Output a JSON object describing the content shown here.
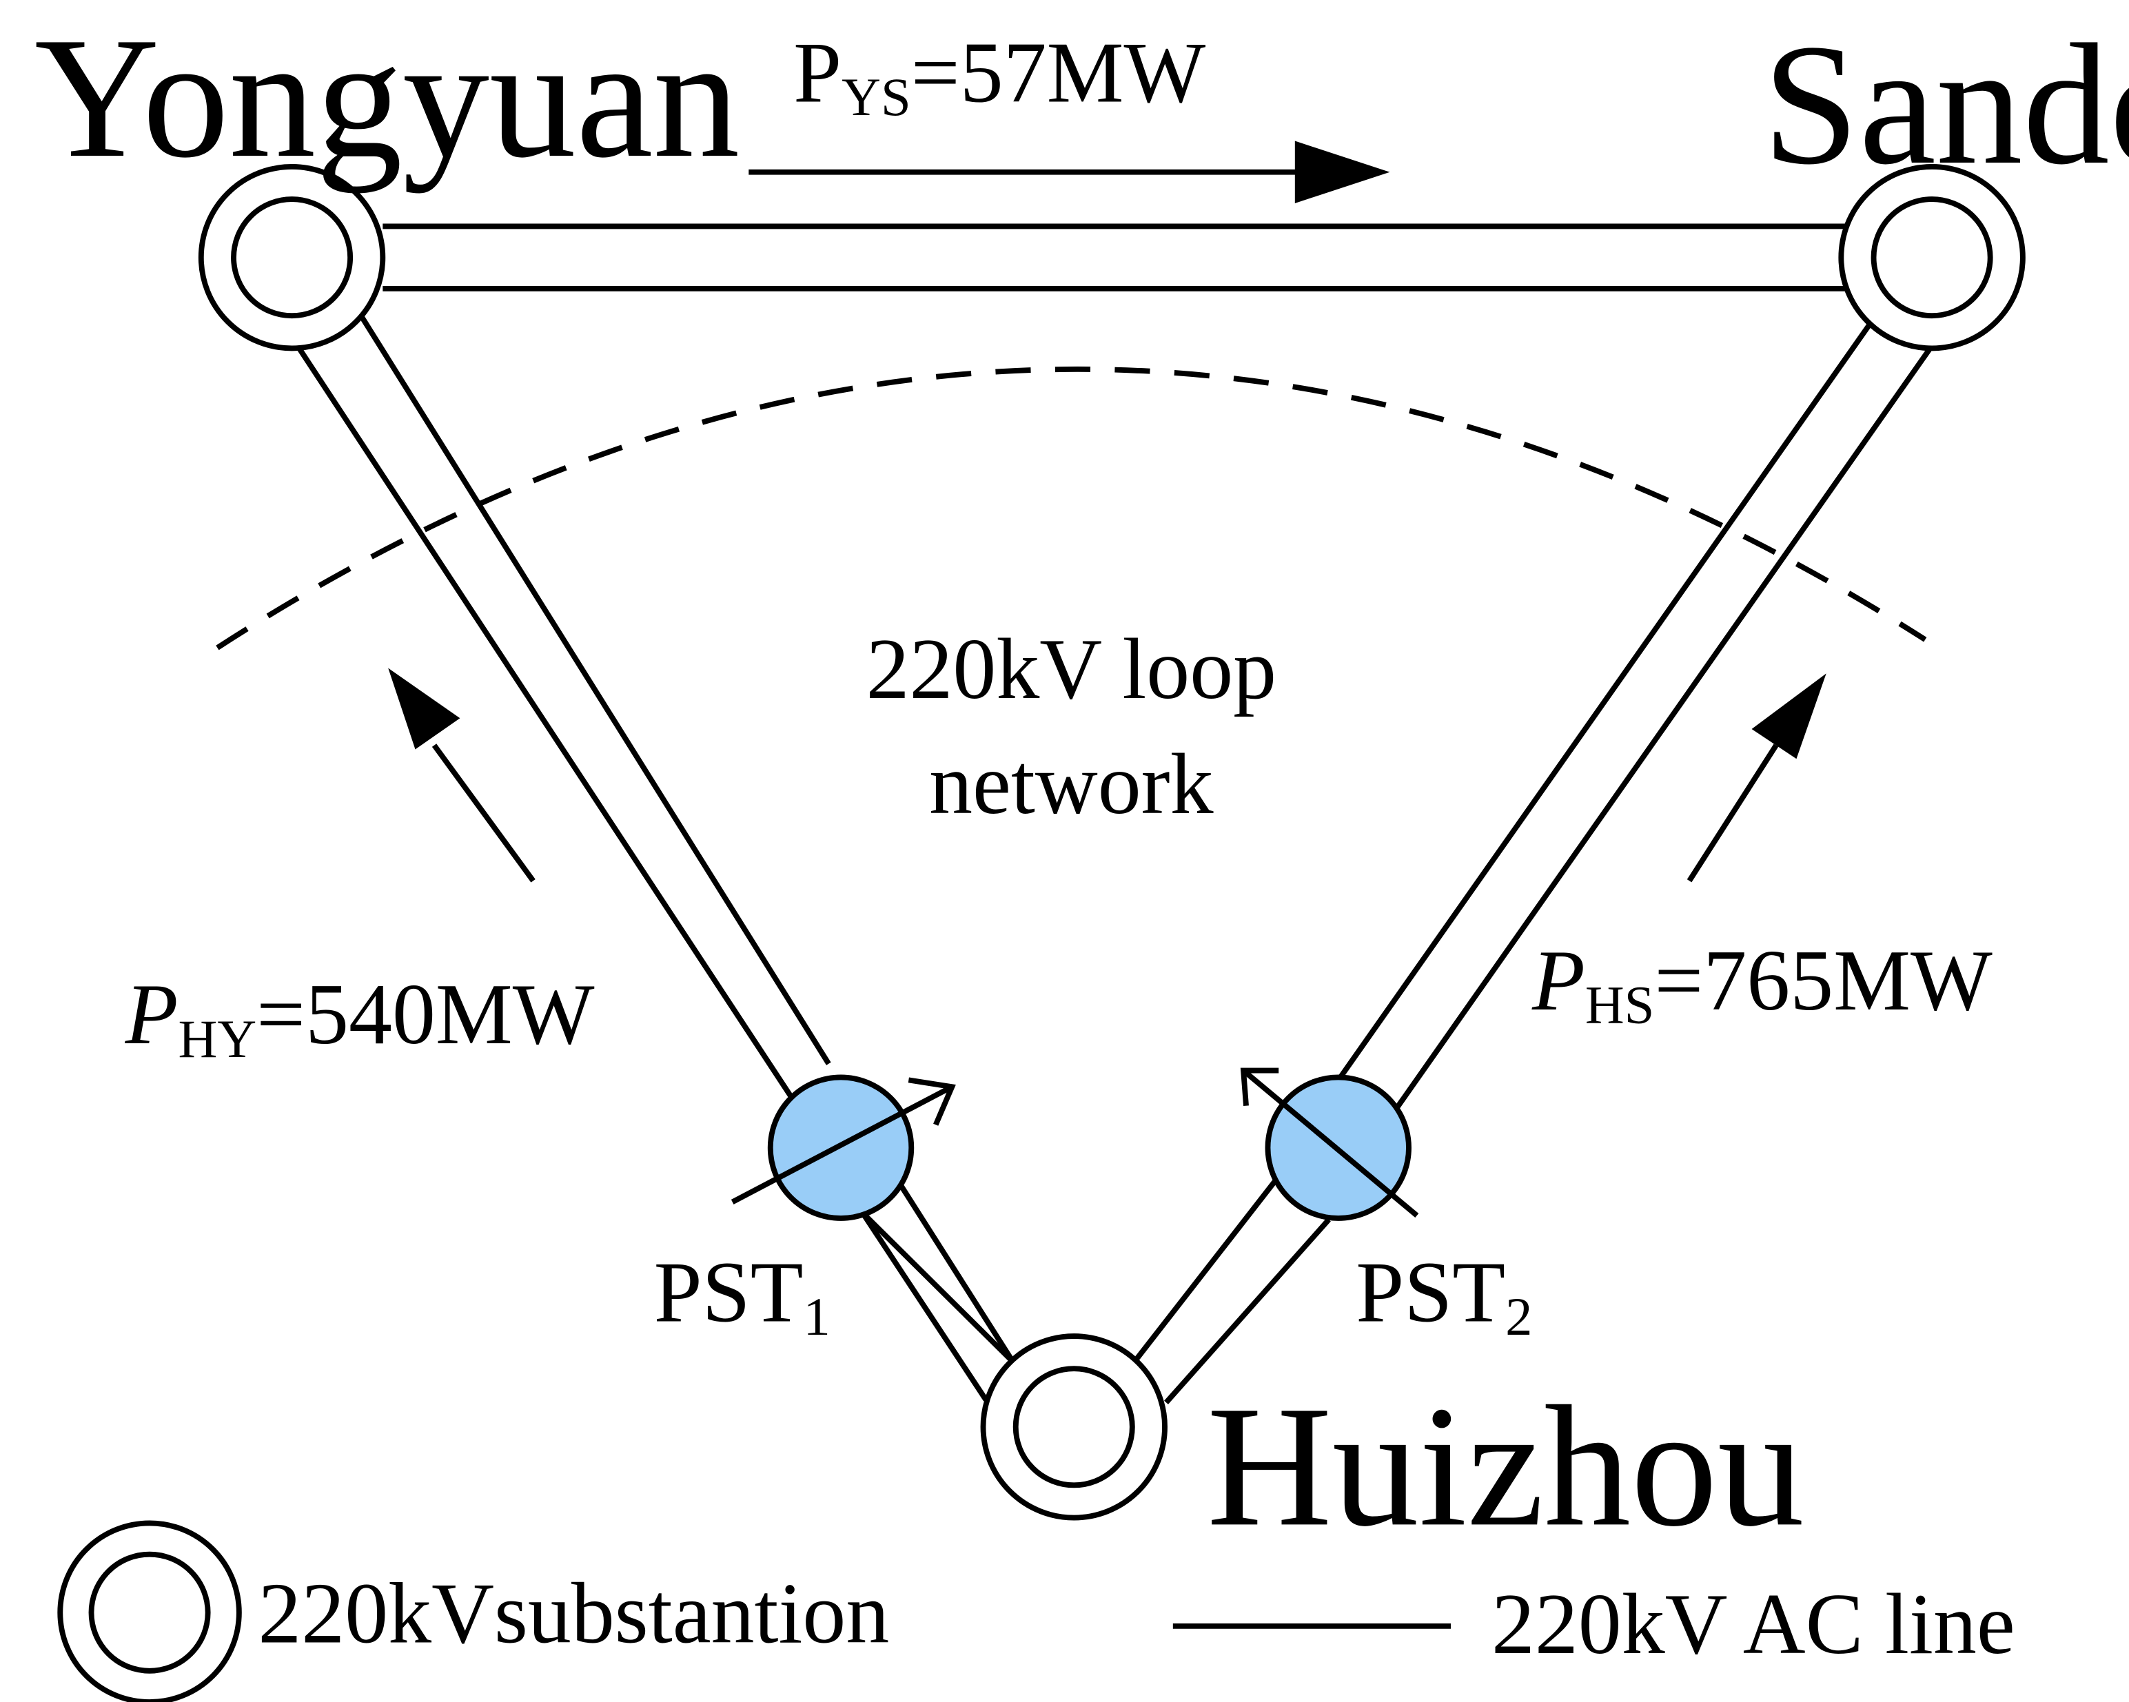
{
  "substations": {
    "yongyuan": "Yongyuan",
    "sandong": "Sandong",
    "huizhou": "Huizhou"
  },
  "flows": {
    "ys": {
      "symbol": "P",
      "subscript": "YS",
      "value": "=57MW"
    },
    "hy": {
      "symbol": "P",
      "subscript": "HY",
      "value": "=540MW"
    },
    "hs": {
      "symbol": "P",
      "subscript": "HS",
      "value": "=765MW"
    }
  },
  "psts": {
    "pst1": {
      "label": "PST",
      "subscript": "1"
    },
    "pst2": {
      "label": "PST",
      "subscript": "2"
    }
  },
  "loop_label": {
    "line1": "220kV loop",
    "line2": "network"
  },
  "legend": {
    "substation": "220kVsubstantion",
    "ac_line": "220kV AC line"
  },
  "colors": {
    "pst_fill": "#99cdf7",
    "stroke": "#000000",
    "background": "#ffffff"
  }
}
